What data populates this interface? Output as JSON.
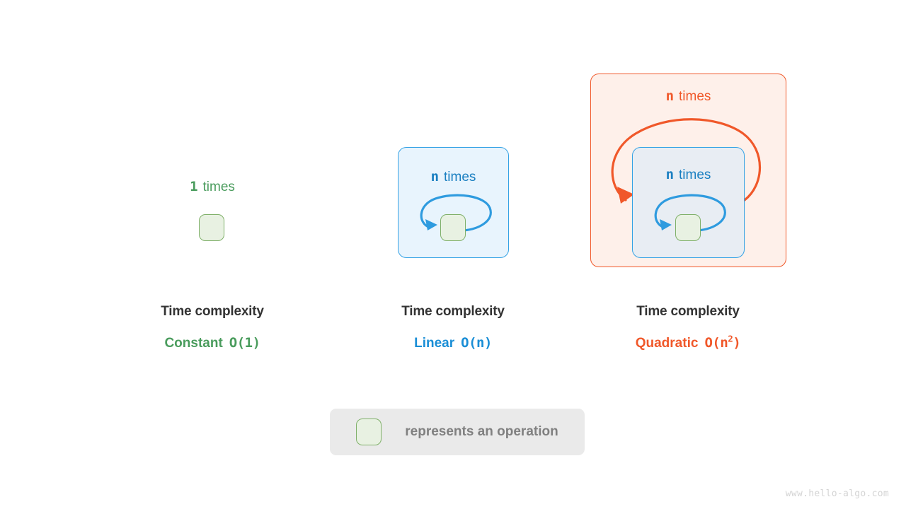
{
  "colors": {
    "green": "#4a9c5d",
    "green_border": "#7fb069",
    "green_fill": "#e8f1e2",
    "blue": "#2e9bdf",
    "blue_text": "#1a7fc1",
    "blue_fill_light": "#e8f4fd",
    "blue_fill_gray": "#e8edf3",
    "orange": "#f0582a",
    "orange_fill": "#fef0ea",
    "title_gray": "#333333",
    "legend_bg": "#eaeaea",
    "legend_text": "#808080",
    "watermark": "#d4d4d4"
  },
  "panels": [
    {
      "id": "constant",
      "times_count": "1",
      "times_word": "times",
      "caption_title": "Time complexity",
      "complexity_name": "Constant",
      "notation_prefix": "O(1)",
      "notation_exp": ""
    },
    {
      "id": "linear",
      "times_count": "n",
      "times_word": "times",
      "caption_title": "Time complexity",
      "complexity_name": "Linear",
      "notation_prefix": "O(n)",
      "notation_exp": ""
    },
    {
      "id": "quadratic",
      "outer_times_count": "n",
      "outer_times_word": "times",
      "inner_times_count": "n",
      "inner_times_word": "times",
      "caption_title": "Time complexity",
      "complexity_name": "Quadratic",
      "notation_open": "O(n",
      "notation_exp": "2",
      "notation_close": ")"
    }
  ],
  "legend": {
    "text": "represents an operation"
  },
  "watermark": {
    "text": "www.hello-algo.com"
  }
}
